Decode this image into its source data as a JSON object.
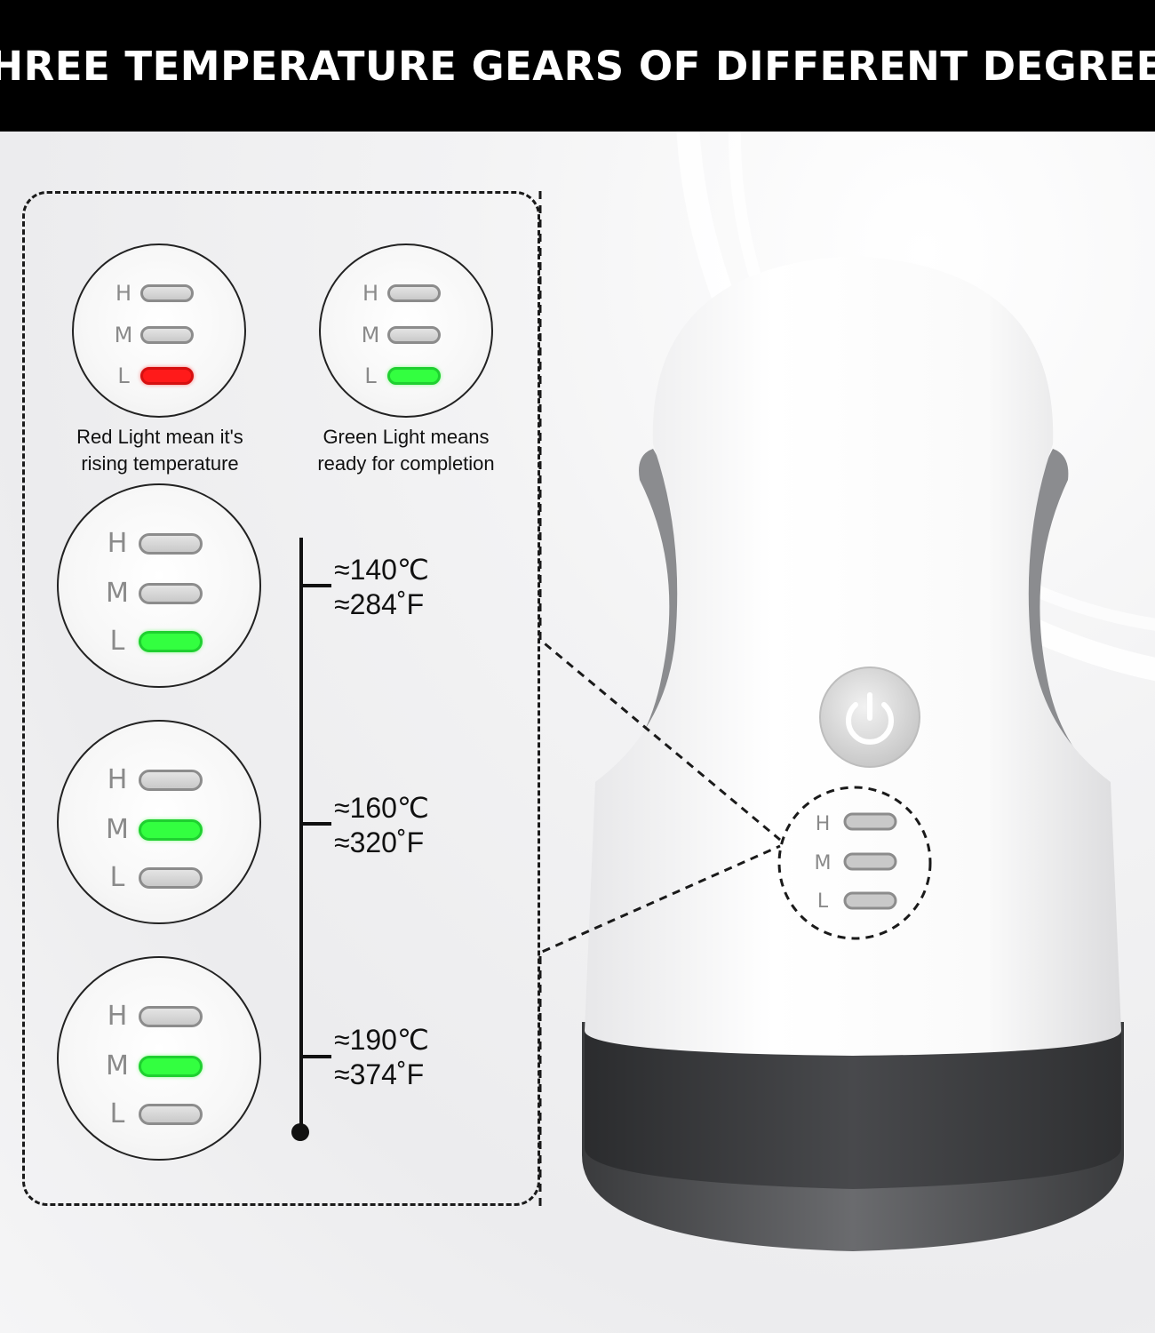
{
  "banner": {
    "title": "THREE TEMPERATURE GEARS OF DIFFERENT DEGREES"
  },
  "legend": {
    "red": {
      "line1": "Red Light mean it's",
      "line2": "rising temperature"
    },
    "green": {
      "line1": "Green Light means",
      "line2": "ready for completion"
    }
  },
  "letters": {
    "high": "H",
    "medium": "M",
    "low": "L"
  },
  "levels": [
    {
      "celsius": "≈140℃",
      "fahrenheit": "≈284˚F"
    },
    {
      "celsius": "≈160℃",
      "fahrenheit": "≈320˚F"
    },
    {
      "celsius": "≈190℃",
      "fahrenheit": "≈374˚F"
    }
  ],
  "colors": {
    "red_light": "#ff1a1a",
    "green_light": "#33ff40",
    "off_light": "#cfcfcf",
    "base": "#3a3b3d"
  },
  "icons": {
    "power_button": "power-icon"
  }
}
